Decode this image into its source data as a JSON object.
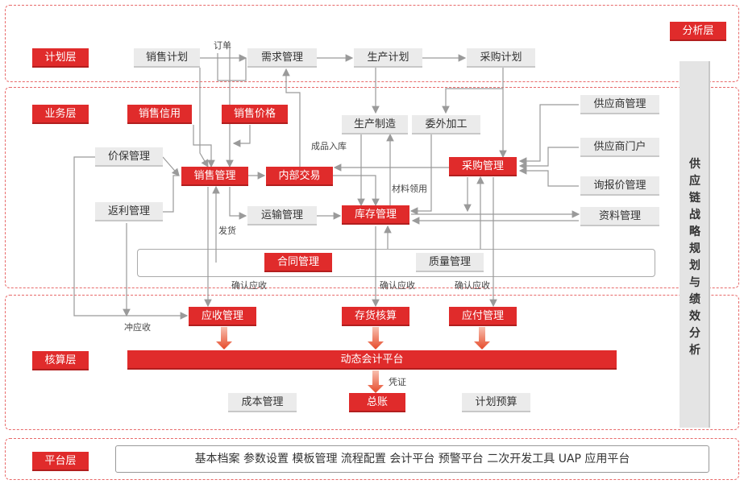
{
  "layers": {
    "plan": "计划层",
    "business": "业务层",
    "accounting": "核算层",
    "platform": "平台层",
    "analysis": "分析层"
  },
  "nodes": {
    "sales_plan": "销售计划",
    "demand_mgmt": "需求管理",
    "production_plan": "生产计划",
    "purchase_plan": "采购计划",
    "sales_credit": "销售信用",
    "sales_price": "销售价格",
    "production_mfg": "生产制造",
    "outsourcing": "委外加工",
    "supplier_mgmt": "供应商管理",
    "supplier_portal": "供应商门户",
    "price_protection": "价保管理",
    "sales_mgmt": "销售管理",
    "internal_trade": "内部交易",
    "purchase_mgmt": "采购管理",
    "inquiry_price": "询报价管理",
    "rebate": "返利管理",
    "transport": "运输管理",
    "inventory": "库存管理",
    "data_mgmt": "资料管理",
    "contract": "合同管理",
    "quality": "质量管理",
    "ar": "应收管理",
    "inventory_accounting": "存货核算",
    "ap": "应付管理",
    "dynamic_accounting": "动态会计平台",
    "general_ledger": "总账",
    "cost_mgmt": "成本管理",
    "plan_budget": "计划预算"
  },
  "edge_labels": {
    "order": "订单",
    "finished_in": "成品入库",
    "material_pick": "材料领用",
    "ship": "发货",
    "confirm_ar": "确认应收",
    "confirm_ap_inv": "确认应收",
    "confirm_ap": "确认应收",
    "offset_ar": "冲应收",
    "voucher": "凭证"
  },
  "side_panel": "供应链战略规划与绩效分析",
  "platform_bar": "基本档案 参数设置 模板管理 流程配置 会计平台 预警平台 二次开发工具 UAP 应用平台",
  "colors": {
    "accent": "#e02b2b",
    "box_gray": "#ebebeb",
    "zone_border": "#e86a6a",
    "line": "#999999"
  }
}
